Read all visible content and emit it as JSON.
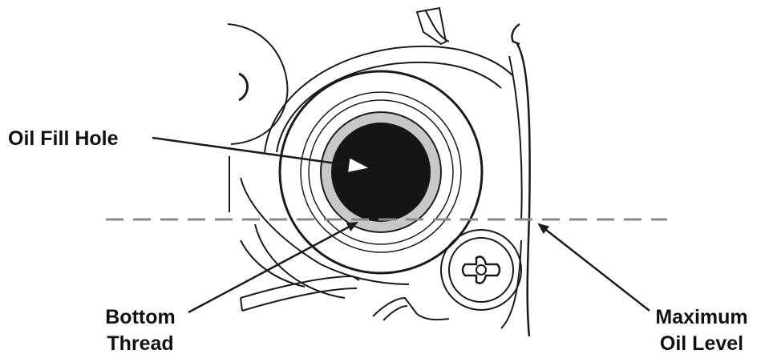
{
  "labels": {
    "oil_fill_hole": "Oil Fill Hole",
    "bottom_thread": [
      "Bottom",
      "Thread"
    ],
    "maximum_oil_level": [
      "Maximum",
      "Oil Level"
    ]
  },
  "colors": {
    "line": "#1a1a1a",
    "hole_fill": "#151515",
    "thread_ring": "#c8c8c8",
    "dashed_level_line": "#8a8a8a",
    "background": "#ffffff"
  }
}
